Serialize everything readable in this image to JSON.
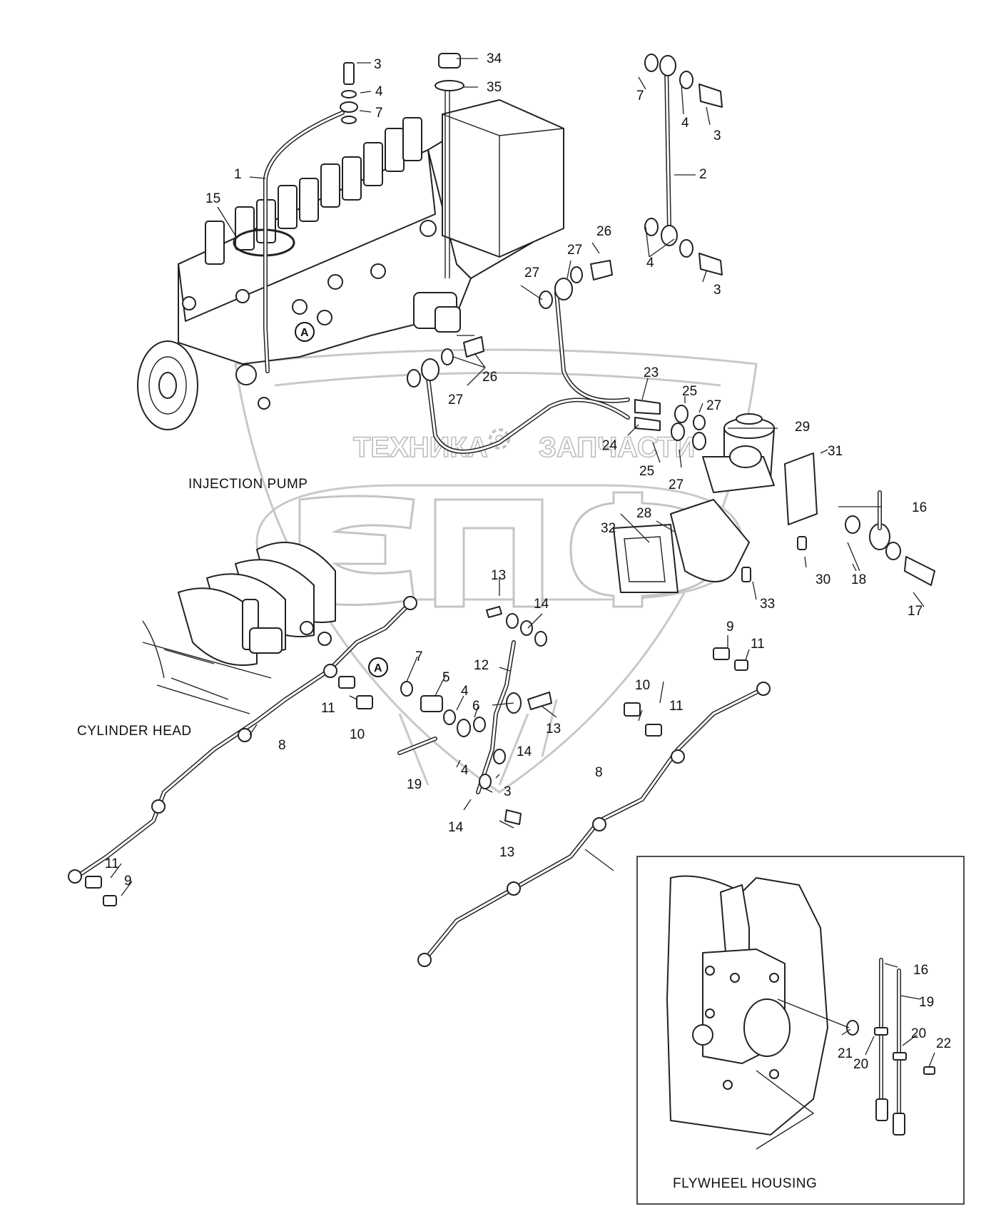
{
  "captions": {
    "injection_pump": "INJECTION PUMP",
    "cylinder_head": "CYLINDER HEAD",
    "flywheel_housing": "FLYWHEEL HOUSING"
  },
  "watermark": {
    "left_word": "ТЕХНИКА",
    "right_word": "ЗАПЧАСТИ",
    "logo": "ЭПФ"
  },
  "detail_marker": "A",
  "part_labels": [
    "3",
    "34",
    "4",
    "35",
    "7",
    "7",
    "4",
    "3",
    "1",
    "2",
    "15",
    "26",
    "27",
    "4",
    "3",
    "27",
    "A",
    "26",
    "27",
    "23",
    "25",
    "27",
    "29",
    "24",
    "25",
    "27",
    "31",
    "16",
    "32",
    "28",
    "30",
    "18",
    "17",
    "33",
    "13",
    "14",
    "9",
    "11",
    "A",
    "7",
    "12",
    "5",
    "4",
    "10",
    "11",
    "6",
    "13",
    "11",
    "10",
    "14",
    "8",
    "19",
    "4",
    "3",
    "8",
    "14",
    "13",
    "11",
    "9",
    "16",
    "19",
    "20",
    "21",
    "20",
    "22"
  ],
  "colors": {
    "line": "#222222",
    "watermark": "#c4c4c4"
  }
}
